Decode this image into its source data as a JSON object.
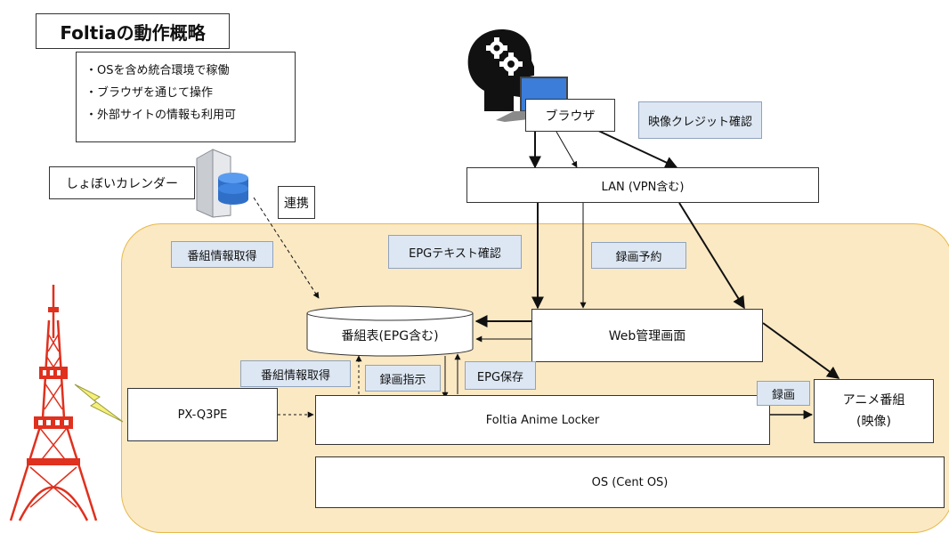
{
  "title": "Foltiaの動作概略",
  "features": [
    "・OSを含め統合環境で稼働",
    "・ブラウザを通じて操作",
    "・外部サイトの情報も利用可"
  ],
  "nodes": {
    "syoboi": "しょぼいカレンダー",
    "browser": "ブラウザ",
    "lan": "LAN (VPN含む)",
    "epg_db": "番組表(EPG含む)",
    "web": "Web管理画面",
    "tuner": "PX-Q3PE",
    "locker": "Foltia Anime Locker",
    "anime": "アニメ番組",
    "anime_sub": "(映像)",
    "os": "OS (Cent OS)"
  },
  "labels": {
    "renkei": "連携",
    "bangumi_get1": "番組情報取得",
    "bangumi_get2": "番組情報取得",
    "epg_text": "EPGテキスト確認",
    "rokuga_yoyaku": "録画予約",
    "eizo_credit": "映像クレジット確認",
    "rokuga_shiji": "録画指示",
    "epg_hozon": "EPG保存",
    "rokuga": "録画"
  },
  "colors": {
    "zone_fill": "#fbe9c4",
    "zone_border": "#e8b94b",
    "tag_fill": "#dde7f3",
    "tower": "#e0301e"
  },
  "icons": [
    "user-head-gears-icon",
    "laptop-icon",
    "server-database-icon",
    "broadcast-tower-icon",
    "lightning-signal-icon"
  ]
}
